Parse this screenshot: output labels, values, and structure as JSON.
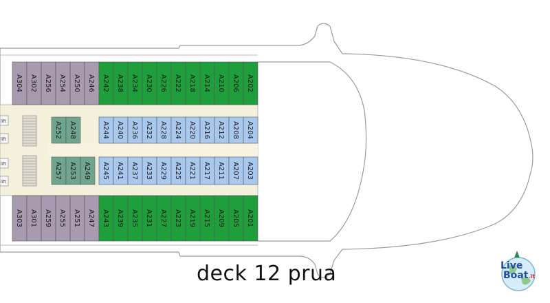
{
  "caption": "deck 12 prua",
  "logo": {
    "word1": "Live",
    "word2": "Boat",
    "tld": ".it"
  },
  "lift_label": "lift",
  "colors": {
    "purple": "#a89bb0",
    "green": "#1f9e3c",
    "blue": "#a8c8ee",
    "teal": "#6fa58e",
    "hull": "#ffffff",
    "outline": "#9a9a9a",
    "corridor": "#f3f0dc"
  },
  "map": {
    "top_outer_row": [
      "A304",
      "A302",
      "A256",
      "A254",
      "A250",
      "A246",
      "A242",
      "A238",
      "A234",
      "A230",
      "A226",
      "A222",
      "A218",
      "A214",
      "A210",
      "A206",
      "A202"
    ],
    "top_inner_row": [
      "A252",
      "A248",
      "A244",
      "A240",
      "A236",
      "A232",
      "A228",
      "A224",
      "A220",
      "A216",
      "A212",
      "A208",
      "A204"
    ],
    "bottom_inner_row": [
      "A257",
      "A253",
      "A249",
      "A245",
      "A241",
      "A237",
      "A233",
      "A229",
      "A225",
      "A221",
      "A217",
      "A211",
      "A207",
      "A203"
    ],
    "bottom_outer_row": [
      "A303",
      "A301",
      "A259",
      "A255",
      "A251",
      "A247",
      "A243",
      "A239",
      "A235",
      "A231",
      "A227",
      "A223",
      "A219",
      "A215",
      "A209",
      "A205",
      "A201"
    ]
  }
}
